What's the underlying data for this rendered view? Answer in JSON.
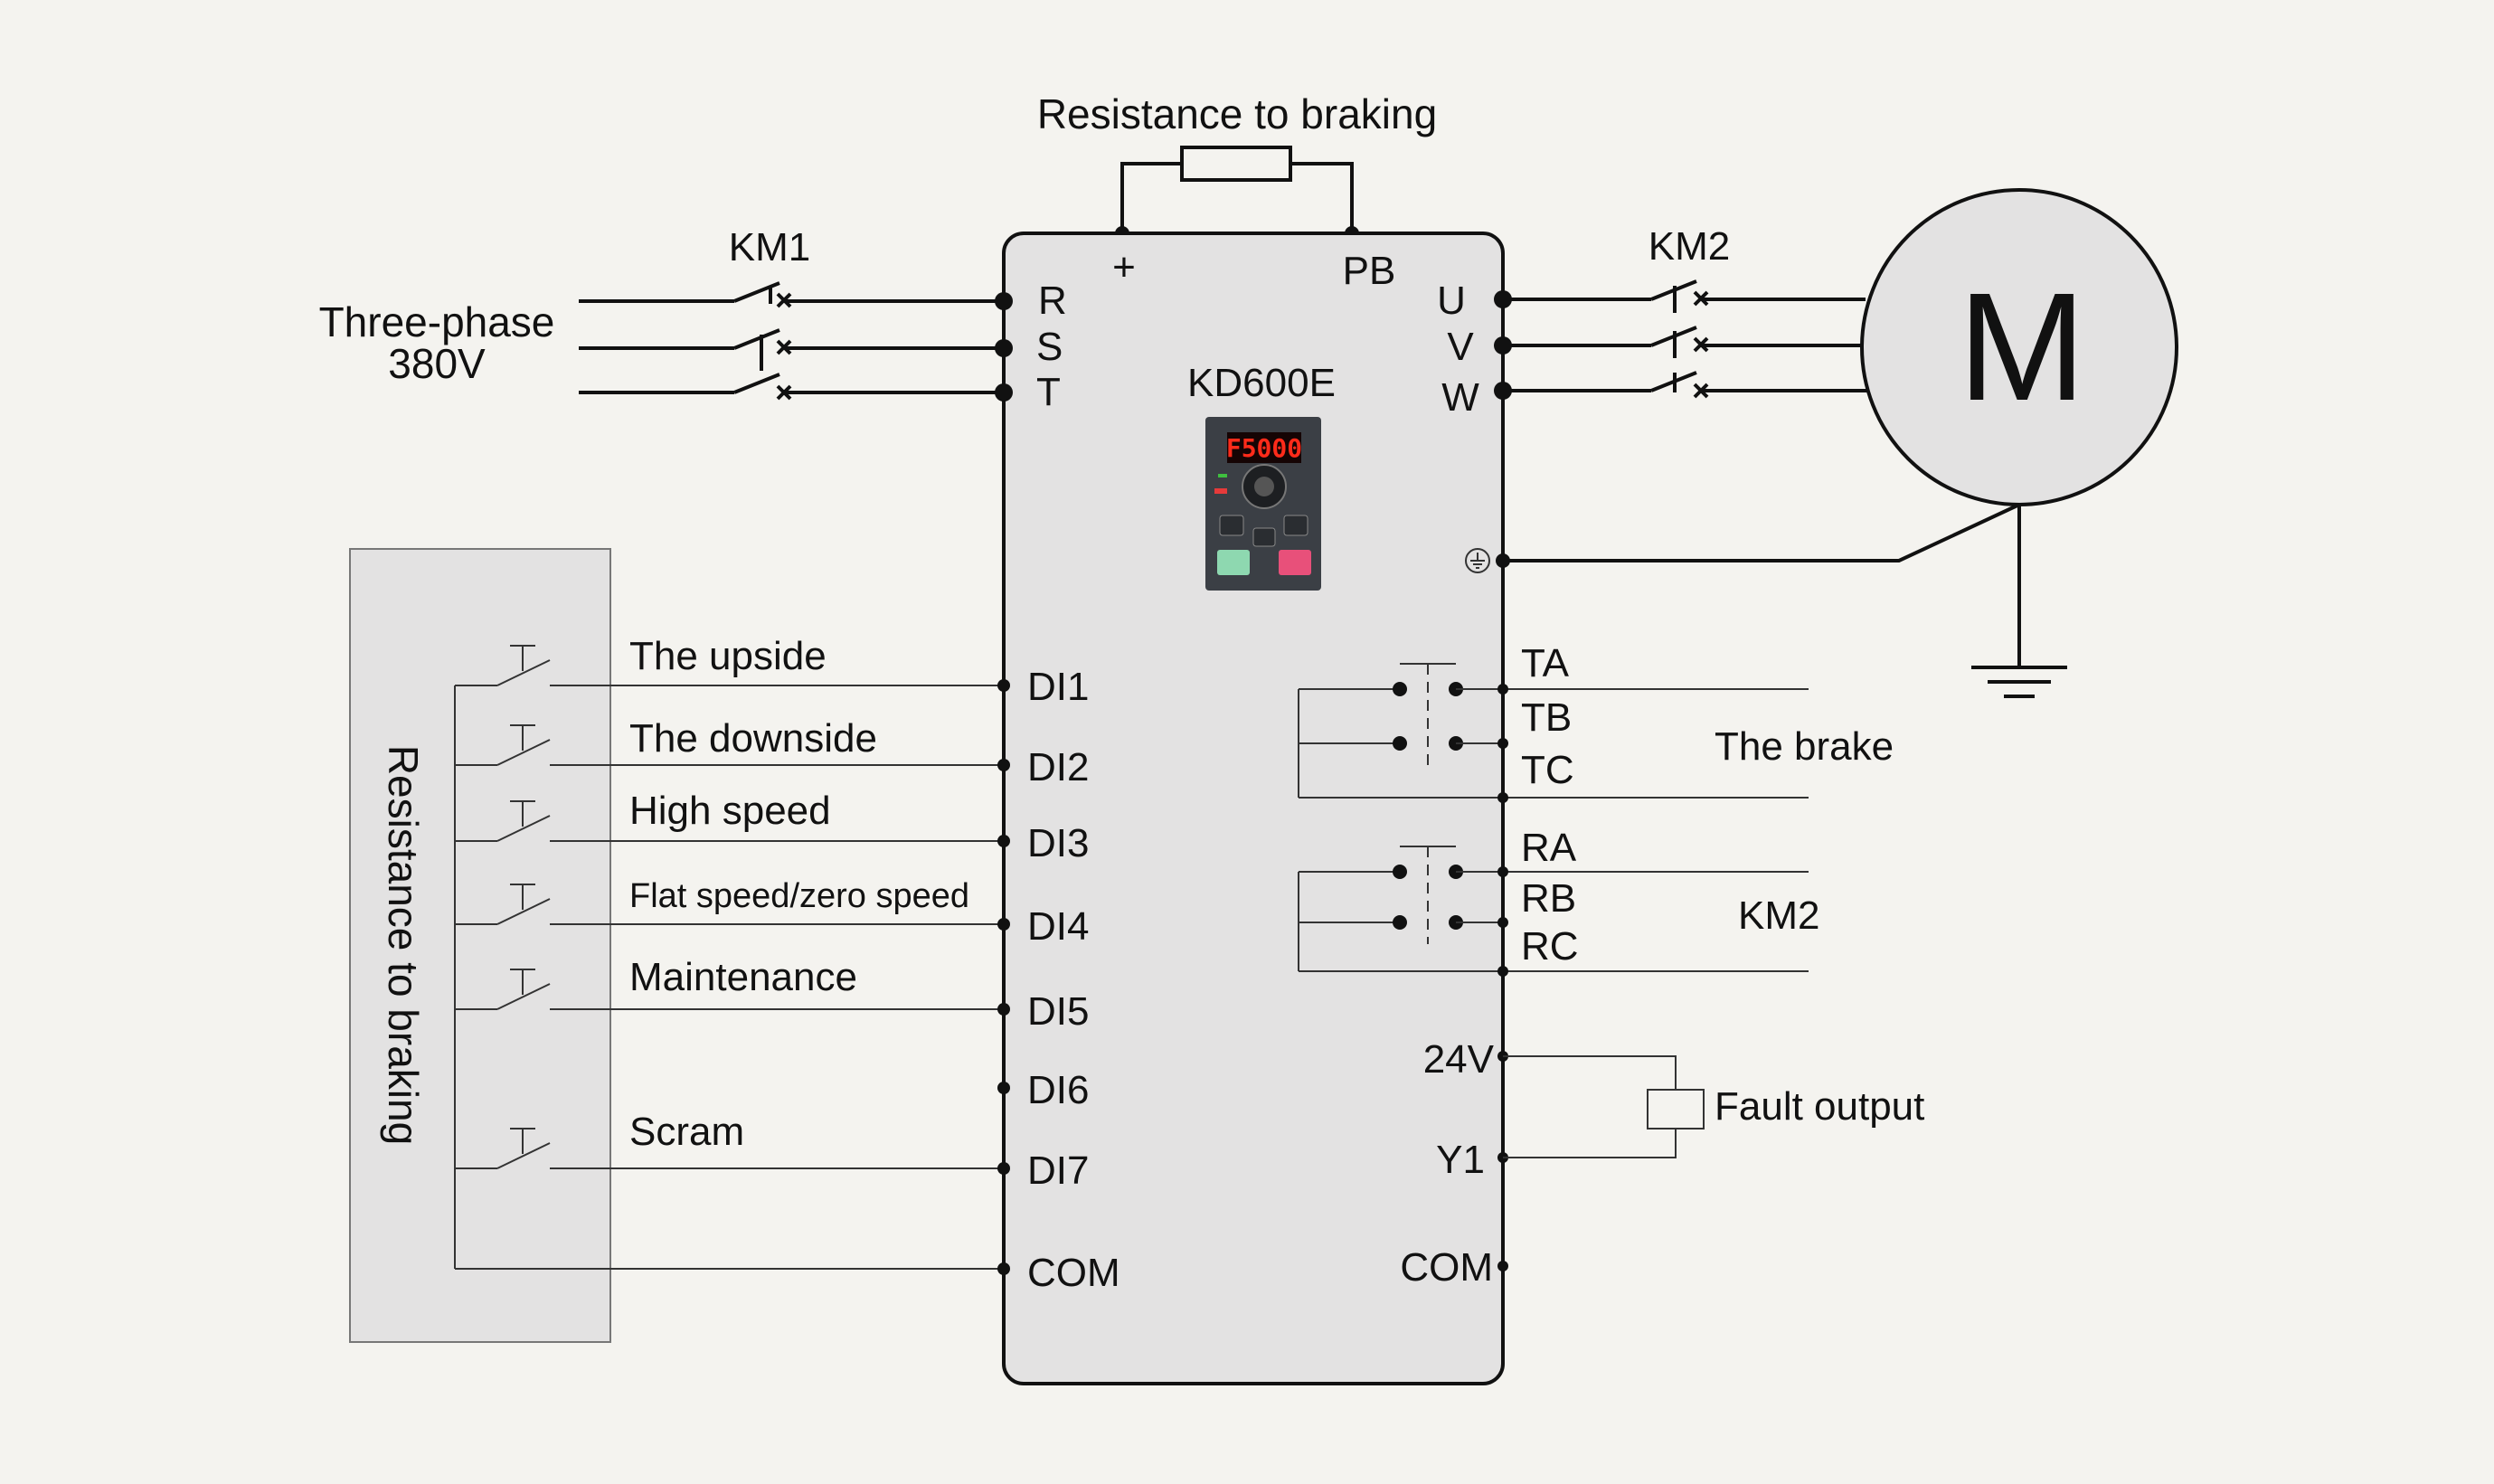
{
  "braking_resistor_label": "Resistance to braking",
  "left_box_label": "Resistance to braking",
  "supply": {
    "line1": "Three-phase",
    "line2": "380V"
  },
  "contactors": {
    "input": "KM1",
    "output": "KM2"
  },
  "inverter": {
    "model": "KD600E",
    "keypad_display": "F5000",
    "dc_terminals": [
      "+",
      "PB"
    ],
    "input_terminals": [
      "R",
      "S",
      "T"
    ],
    "output_terminals": [
      "U",
      "V",
      "W"
    ],
    "digital_inputs": [
      "DI1",
      "DI2",
      "DI3",
      "DI4",
      "DI5",
      "DI6",
      "DI7",
      "COM"
    ],
    "relay_a": [
      "TA",
      "TB",
      "TC"
    ],
    "relay_b": [
      "RA",
      "RB",
      "RC"
    ],
    "output_terminals_low": [
      "24V",
      "Y1",
      "COM"
    ]
  },
  "motor": {
    "label": "M"
  },
  "input_signals": [
    "The upside",
    "The downside",
    "High speed",
    "Flat speed/zero speed",
    "Maintenance",
    "Scram"
  ],
  "outputs": {
    "brake": "The brake",
    "km2": "KM2",
    "fault": "Fault output"
  },
  "icons": [
    "ground-icon",
    "pe-terminal-icon",
    "resistor-icon",
    "contact-switch-icon",
    "relay-coil-icon",
    "keypad-icon"
  ]
}
